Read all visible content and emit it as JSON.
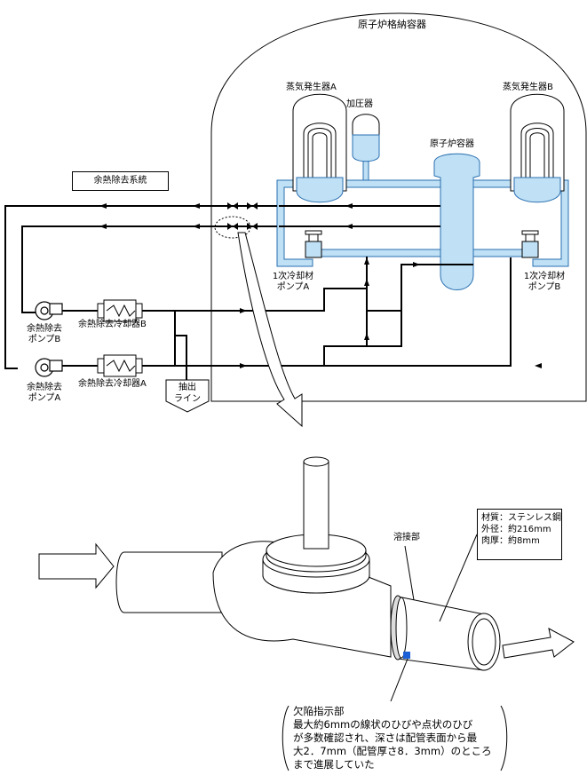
{
  "containment_label": "原子炉格納容器",
  "steam_generator_a": "蒸気発生器A",
  "steam_generator_b": "蒸気発生器B",
  "pressurizer": "加圧器",
  "reactor_vessel": "原子炉容器",
  "rhr_system": "余熱除去系統",
  "rcp_a": [
    "1次冷却材",
    "ポンプA"
  ],
  "rcp_b": [
    "1次冷却材",
    "ポンプB"
  ],
  "rhr_pump_b": [
    "余熱除去",
    "ポンプB"
  ],
  "rhr_pump_a": [
    "余熱除去",
    "ポンプA"
  ],
  "rhr_cooler_b": "余熱除去冷却器B",
  "rhr_cooler_a": "余熱除去冷却器A",
  "letdown_line": [
    "抽出",
    "ライン"
  ],
  "weld_label": "溶接部",
  "spec": {
    "material": "材質：ステンレス鋼",
    "outer_diameter": "外径：約216mm",
    "wall_thickness": "肉厚：約8mm"
  },
  "defect": {
    "title": "欠陥指示部",
    "lines": [
      "最大約6mmの線状のひびや点状のひび",
      "が多数確認され、深さは配管表面から最",
      "大2．7mm（配管厚さ8．3mm）のところ",
      "まで進展していた"
    ]
  },
  "colors": {
    "primary_loop_fill": "#bfe0f5",
    "primary_loop_stroke": "#2a6fb0",
    "defect_marker": "#1a5fd6",
    "line": "#000000"
  }
}
